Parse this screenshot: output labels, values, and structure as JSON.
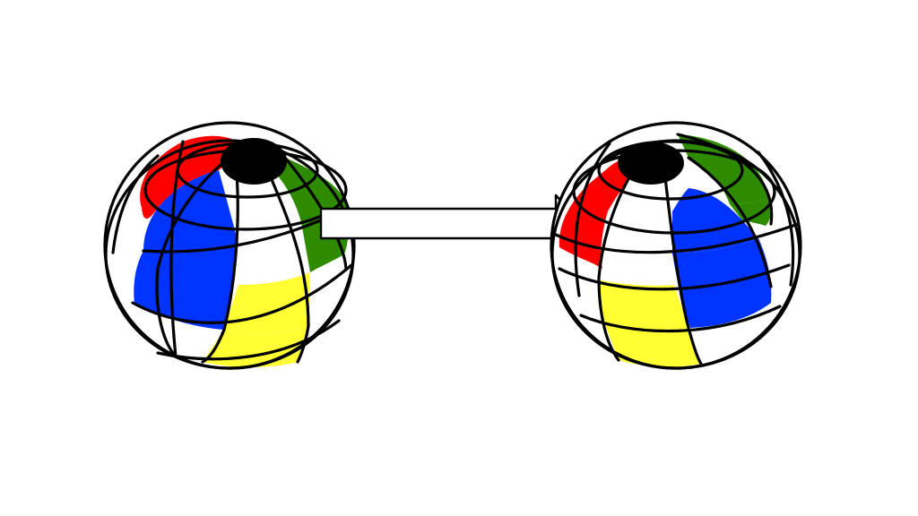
{
  "diagram": {
    "background": "#ffffff",
    "outline_color": "#000000",
    "palette": {
      "red": "#ff0000",
      "blue": "#0033ff",
      "green": "#2e8b00",
      "yellow": "#ffff33",
      "white": "#ffffff",
      "cap": "#000000"
    },
    "before_sphere": {
      "icon": "striped-sphere-icon",
      "visible_patches": [
        "red",
        "blue",
        "blue",
        "green",
        "yellow",
        "yellow"
      ]
    },
    "transition_arrow": {
      "icon": "right-arrow-icon",
      "fill": "#ffffff"
    },
    "after_sphere": {
      "icon": "striped-sphere-icon",
      "visible_patches": [
        "red",
        "green",
        "green",
        "blue",
        "blue",
        "yellow",
        "yellow"
      ]
    }
  }
}
